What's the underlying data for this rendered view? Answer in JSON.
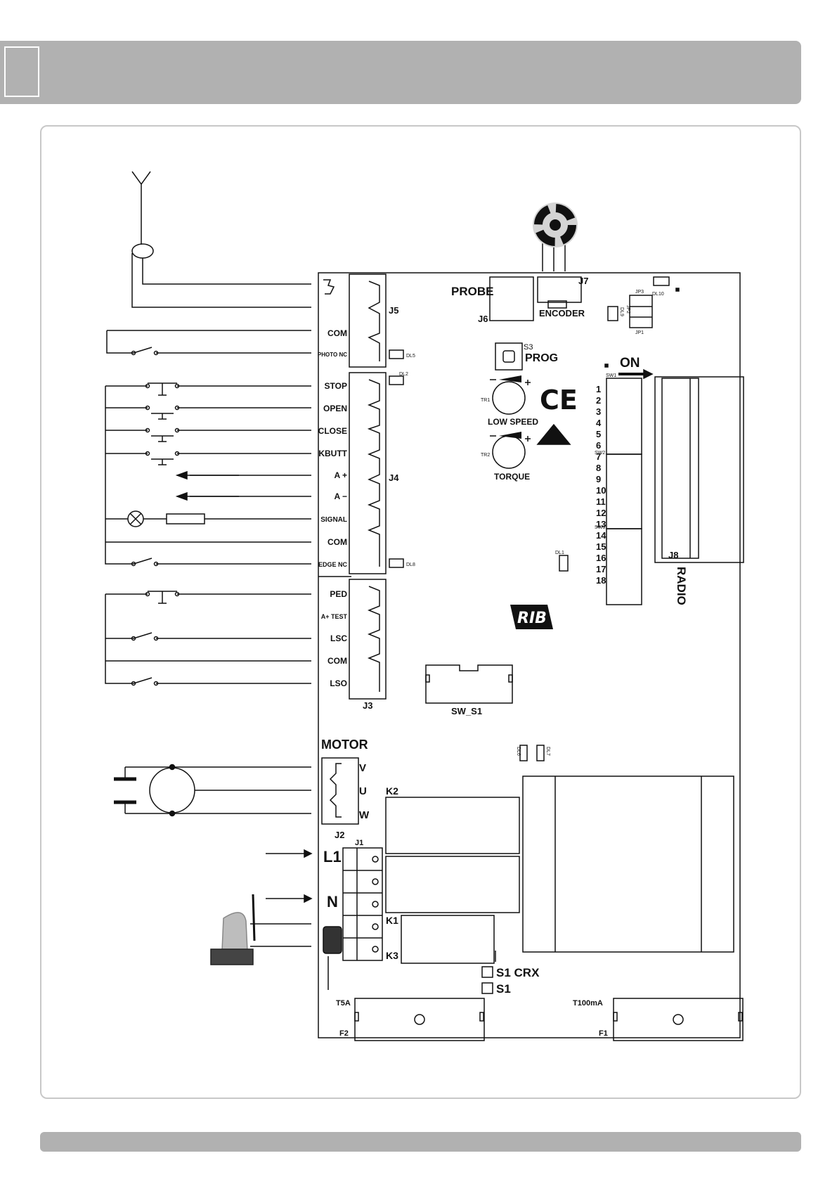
{
  "colors": {
    "header_bar": "#b1b1b1",
    "frame_border": "#c8c8c8",
    "line": "#111111"
  },
  "board": {
    "connectors": {
      "j5": "J5",
      "j4": "J4",
      "j3": "J3",
      "j2": "J2",
      "j1": "J1",
      "j6": "J6",
      "j7": "J7",
      "j8": "J8",
      "sw_s1": "SW_S1"
    },
    "labels": {
      "probe": "PROBE",
      "encoder": "ENCODER",
      "prog": "PROG",
      "s3": "S3",
      "low_speed": "LOW SPEED",
      "torque": "TORQUE",
      "tr1": "TR1",
      "tr2": "TR2",
      "on": "ON",
      "sw1": "SW1",
      "sw2": "SW2",
      "sw3": "SW3",
      "radio": "RADIO",
      "ce": "CE",
      "rib": "RIB",
      "motor": "MOTOR",
      "k1": "K1",
      "k2": "K2",
      "k3": "K3",
      "l1": "L1",
      "n": "N",
      "v": "V",
      "u": "U",
      "w": "W",
      "s1_crx": "S1 CRX",
      "s1": "S1",
      "t5a": "T5A",
      "t100ma": "T100mA",
      "f1": "F1",
      "f2": "F2"
    },
    "leds": {
      "dl10": "DL10",
      "dl9": "DL9",
      "dl5": "DL5",
      "dl2": "DL2",
      "dl8": "DL8",
      "dl1": "DL1",
      "dl6": "DL6",
      "dl7": "DL7"
    },
    "jumpers": {
      "jp1": "JP1",
      "jp2": "JP2",
      "jp3": "JP3"
    },
    "dip_numbers": [
      "1",
      "2",
      "3",
      "4",
      "5",
      "6",
      "7",
      "8",
      "9",
      "10",
      "11",
      "12",
      "13",
      "14",
      "15",
      "16",
      "17",
      "18"
    ]
  },
  "terminals": {
    "j5": [
      "COM",
      "PHOTO NC"
    ],
    "j4": [
      "STOP",
      "OPEN",
      "CLOSE",
      "KBUTT",
      "A +",
      "A −",
      "SIGNAL",
      "COM",
      "EDGE NC"
    ],
    "j3": [
      "PED",
      "A+ TEST",
      "LSC",
      "COM",
      "LSO"
    ]
  }
}
